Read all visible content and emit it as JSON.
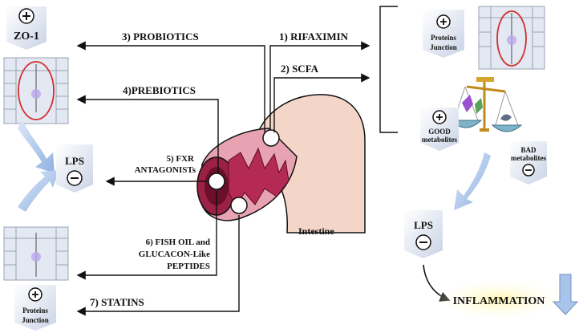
{
  "treatments": {
    "probiotics": "3) PROBIOTICS",
    "rifaximin": "1) RIFAXIMIN",
    "scfa": "2) SCFA",
    "prebiotics": "4)PREBIOTICS",
    "fxr_line1": "5) FXR",
    "fxr_line2": "ANTAGONISTs",
    "fish_line1": "6) FISH OIL and",
    "fish_line2": "GLUCACON-Like",
    "fish_line3": "PEPTIDES",
    "statins": "7) STATINS"
  },
  "left_panel": {
    "zo1": "ZO-1",
    "lps": "LPS",
    "proteins_line1": "Proteins",
    "proteins_line2": "Junction"
  },
  "right_panel": {
    "proteins_line1": "Proteins",
    "proteins_line2": "Junction",
    "good_line1": "GOOD",
    "good_line2": "metabolites",
    "bad_line1": "BAD",
    "bad_line2": "metabolites",
    "lps": "LPS",
    "inflammation": "INFLAMMATION"
  },
  "intestine_label": "Intestine",
  "colors": {
    "intestine_skin": "#f4d6c9",
    "intestine_wall": "#9b2146",
    "intestine_inner": "#e7a3b1",
    "tile_bg": "#e3e8f3",
    "arrow_blue": "#a9c4ea",
    "inflammation_glow": "#fff3a8"
  }
}
